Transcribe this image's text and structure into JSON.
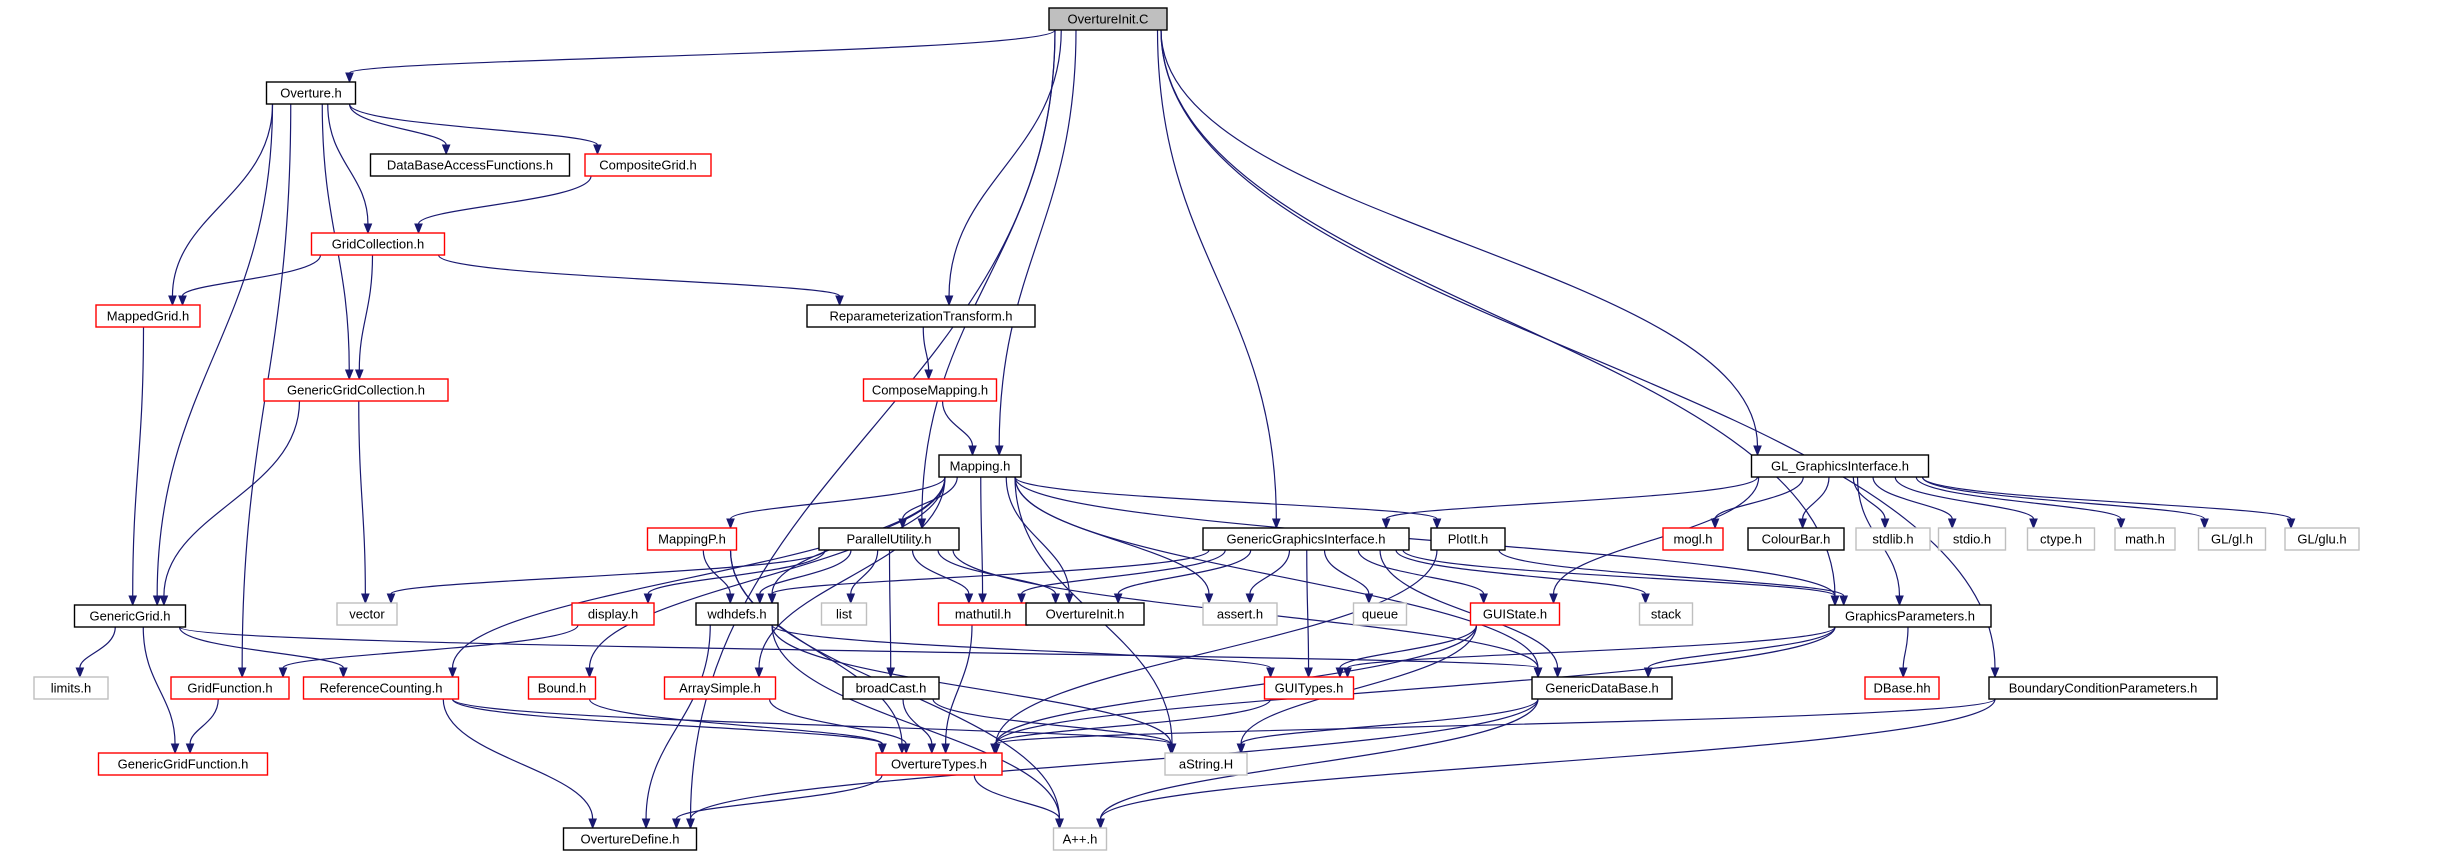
{
  "graph": {
    "nodes": [
      {
        "id": "OvertureInit_C",
        "label": "OvertureInit.C",
        "style": "root"
      },
      {
        "id": "Overture_h",
        "label": "Overture.h",
        "style": "normal"
      },
      {
        "id": "DataBaseAccessFunctions_h",
        "label": "DataBaseAccessFunctions.h",
        "style": "normal"
      },
      {
        "id": "CompositeGrid_h",
        "label": "CompositeGrid.h",
        "style": "truncated"
      },
      {
        "id": "GridCollection_h",
        "label": "GridCollection.h",
        "style": "truncated"
      },
      {
        "id": "MappedGrid_h",
        "label": "MappedGrid.h",
        "style": "truncated"
      },
      {
        "id": "ReparameterizationTransform_h",
        "label": "ReparameterizationTransform.h",
        "style": "normal"
      },
      {
        "id": "GenericGridCollection_h",
        "label": "GenericGridCollection.h",
        "style": "truncated"
      },
      {
        "id": "ComposeMapping_h",
        "label": "ComposeMapping.h",
        "style": "truncated"
      },
      {
        "id": "Mapping_h",
        "label": "Mapping.h",
        "style": "normal"
      },
      {
        "id": "GL_GraphicsInterface_h",
        "label": "GL_GraphicsInterface.h",
        "style": "normal"
      },
      {
        "id": "MappingP_h",
        "label": "MappingP.h",
        "style": "truncated"
      },
      {
        "id": "ParallelUtility_h",
        "label": "ParallelUtility.h",
        "style": "normal"
      },
      {
        "id": "GenericGraphicsInterface_h",
        "label": "GenericGraphicsInterface.h",
        "style": "normal"
      },
      {
        "id": "PlotIt_h",
        "label": "PlotIt.h",
        "style": "normal"
      },
      {
        "id": "mogl_h",
        "label": "mogl.h",
        "style": "truncated"
      },
      {
        "id": "ColourBar_h",
        "label": "ColourBar.h",
        "style": "normal"
      },
      {
        "id": "stdlib_h",
        "label": "stdlib.h",
        "style": "external"
      },
      {
        "id": "stdio_h",
        "label": "stdio.h",
        "style": "external"
      },
      {
        "id": "ctype_h",
        "label": "ctype.h",
        "style": "external"
      },
      {
        "id": "math_h",
        "label": "math.h",
        "style": "external"
      },
      {
        "id": "GL_gl_h",
        "label": "GL/gl.h",
        "style": "external"
      },
      {
        "id": "GL_glu_h",
        "label": "GL/glu.h",
        "style": "external"
      },
      {
        "id": "vector",
        "label": "vector",
        "style": "external"
      },
      {
        "id": "display_h",
        "label": "display.h",
        "style": "truncated"
      },
      {
        "id": "wdhdefs_h",
        "label": "wdhdefs.h",
        "style": "normal"
      },
      {
        "id": "list",
        "label": "list",
        "style": "external"
      },
      {
        "id": "mathutil_h",
        "label": "mathutil.h",
        "style": "truncated"
      },
      {
        "id": "OvertureInit_h",
        "label": "OvertureInit.h",
        "style": "normal"
      },
      {
        "id": "assert_h",
        "label": "assert.h",
        "style": "external"
      },
      {
        "id": "queue",
        "label": "queue",
        "style": "external"
      },
      {
        "id": "GUIState_h",
        "label": "GUIState.h",
        "style": "truncated"
      },
      {
        "id": "stack",
        "label": "stack",
        "style": "external"
      },
      {
        "id": "GraphicsParameters_h",
        "label": "GraphicsParameters.h",
        "style": "normal"
      },
      {
        "id": "GenericGrid_h",
        "label": "GenericGrid.h",
        "style": "normal"
      },
      {
        "id": "limits_h",
        "label": "limits.h",
        "style": "external"
      },
      {
        "id": "GridFunction_h",
        "label": "GridFunction.h",
        "style": "truncated"
      },
      {
        "id": "ReferenceCounting_h",
        "label": "ReferenceCounting.h",
        "style": "truncated"
      },
      {
        "id": "Bound_h",
        "label": "Bound.h",
        "style": "truncated"
      },
      {
        "id": "ArraySimple_h",
        "label": "ArraySimple.h",
        "style": "truncated"
      },
      {
        "id": "broadCast_h",
        "label": "broadCast.h",
        "style": "normal"
      },
      {
        "id": "GUITypes_h",
        "label": "GUITypes.h",
        "style": "truncated"
      },
      {
        "id": "GenericDataBase_h",
        "label": "GenericDataBase.h",
        "style": "normal"
      },
      {
        "id": "DBase_hh",
        "label": "DBase.hh",
        "style": "truncated"
      },
      {
        "id": "BoundaryConditionParameters_h",
        "label": "BoundaryConditionParameters.h",
        "style": "normal"
      },
      {
        "id": "GenericGridFunction_h",
        "label": "GenericGridFunction.h",
        "style": "truncated"
      },
      {
        "id": "OvertureTypes_h",
        "label": "OvertureTypes.h",
        "style": "truncated"
      },
      {
        "id": "aString_H",
        "label": "aString.H",
        "style": "external"
      },
      {
        "id": "OvertureDefine_h",
        "label": "OvertureDefine.h",
        "style": "normal"
      },
      {
        "id": "App_h",
        "label": "A++.h",
        "style": "external"
      }
    ],
    "edges": [
      [
        "OvertureInit_C",
        "Overture_h"
      ],
      [
        "OvertureInit_C",
        "OvertureDefine_h"
      ],
      [
        "OvertureInit_C",
        "ReparameterizationTransform_h"
      ],
      [
        "OvertureInit_C",
        "Mapping_h"
      ],
      [
        "OvertureInit_C",
        "ParallelUtility_h"
      ],
      [
        "OvertureInit_C",
        "GenericGraphicsInterface_h"
      ],
      [
        "OvertureInit_C",
        "GL_GraphicsInterface_h"
      ],
      [
        "OvertureInit_C",
        "GraphicsParameters_h"
      ],
      [
        "OvertureInit_C",
        "BoundaryConditionParameters_h"
      ],
      [
        "Overture_h",
        "DataBaseAccessFunctions_h"
      ],
      [
        "Overture_h",
        "CompositeGrid_h"
      ],
      [
        "Overture_h",
        "GridCollection_h"
      ],
      [
        "Overture_h",
        "MappedGrid_h"
      ],
      [
        "Overture_h",
        "GenericGridCollection_h"
      ],
      [
        "Overture_h",
        "GenericGrid_h"
      ],
      [
        "Overture_h",
        "GridFunction_h"
      ],
      [
        "CompositeGrid_h",
        "GridCollection_h"
      ],
      [
        "GridCollection_h",
        "MappedGrid_h"
      ],
      [
        "GridCollection_h",
        "GenericGridCollection_h"
      ],
      [
        "GridCollection_h",
        "ReparameterizationTransform_h"
      ],
      [
        "MappedGrid_h",
        "GenericGrid_h"
      ],
      [
        "GenericGridCollection_h",
        "GenericGrid_h"
      ],
      [
        "GenericGridCollection_h",
        "vector"
      ],
      [
        "ReparameterizationTransform_h",
        "ComposeMapping_h"
      ],
      [
        "ComposeMapping_h",
        "Mapping_h"
      ],
      [
        "Mapping_h",
        "MappingP_h"
      ],
      [
        "Mapping_h",
        "ParallelUtility_h"
      ],
      [
        "Mapping_h",
        "wdhdefs_h"
      ],
      [
        "Mapping_h",
        "mathutil_h"
      ],
      [
        "Mapping_h",
        "OvertureInit_h"
      ],
      [
        "Mapping_h",
        "assert_h"
      ],
      [
        "Mapping_h",
        "aString_H"
      ],
      [
        "Mapping_h",
        "PlotIt_h"
      ],
      [
        "Mapping_h",
        "GenericDataBase_h"
      ],
      [
        "Mapping_h",
        "ReferenceCounting_h"
      ],
      [
        "Mapping_h",
        "Bound_h"
      ],
      [
        "Mapping_h",
        "ArraySimple_h"
      ],
      [
        "Mapping_h",
        "GraphicsParameters_h"
      ],
      [
        "GL_GraphicsInterface_h",
        "GenericGraphicsInterface_h"
      ],
      [
        "GL_GraphicsInterface_h",
        "mogl_h"
      ],
      [
        "GL_GraphicsInterface_h",
        "ColourBar_h"
      ],
      [
        "GL_GraphicsInterface_h",
        "stdlib_h"
      ],
      [
        "GL_GraphicsInterface_h",
        "stdio_h"
      ],
      [
        "GL_GraphicsInterface_h",
        "ctype_h"
      ],
      [
        "GL_GraphicsInterface_h",
        "math_h"
      ],
      [
        "GL_GraphicsInterface_h",
        "GL_gl_h"
      ],
      [
        "GL_GraphicsInterface_h",
        "GL_glu_h"
      ],
      [
        "GL_GraphicsInterface_h",
        "GUIState_h"
      ],
      [
        "GL_GraphicsInterface_h",
        "GraphicsParameters_h"
      ],
      [
        "MappingP_h",
        "wdhdefs_h"
      ],
      [
        "MappingP_h",
        "OvertureTypes_h"
      ],
      [
        "MappingP_h",
        "App_h"
      ],
      [
        "ParallelUtility_h",
        "vector"
      ],
      [
        "ParallelUtility_h",
        "display_h"
      ],
      [
        "ParallelUtility_h",
        "wdhdefs_h"
      ],
      [
        "ParallelUtility_h",
        "list"
      ],
      [
        "ParallelUtility_h",
        "mathutil_h"
      ],
      [
        "ParallelUtility_h",
        "OvertureInit_h"
      ],
      [
        "ParallelUtility_h",
        "broadCast_h"
      ],
      [
        "ParallelUtility_h",
        "GenericDataBase_h"
      ],
      [
        "GenericGraphicsInterface_h",
        "wdhdefs_h"
      ],
      [
        "GenericGraphicsInterface_h",
        "mathutil_h"
      ],
      [
        "GenericGraphicsInterface_h",
        "OvertureInit_h"
      ],
      [
        "GenericGraphicsInterface_h",
        "assert_h"
      ],
      [
        "GenericGraphicsInterface_h",
        "queue"
      ],
      [
        "GenericGraphicsInterface_h",
        "GUIState_h"
      ],
      [
        "GenericGraphicsInterface_h",
        "stack"
      ],
      [
        "GenericGraphicsInterface_h",
        "GUITypes_h"
      ],
      [
        "GenericGraphicsInterface_h",
        "GenericDataBase_h"
      ],
      [
        "GenericGraphicsInterface_h",
        "GraphicsParameters_h"
      ],
      [
        "PlotIt_h",
        "GraphicsParameters_h"
      ],
      [
        "PlotIt_h",
        "OvertureTypes_h"
      ],
      [
        "display_h",
        "GridFunction_h"
      ],
      [
        "wdhdefs_h",
        "OvertureDefine_h"
      ],
      [
        "wdhdefs_h",
        "GUITypes_h"
      ],
      [
        "wdhdefs_h",
        "aString_H"
      ],
      [
        "wdhdefs_h",
        "App_h"
      ],
      [
        "mathutil_h",
        "OvertureTypes_h"
      ],
      [
        "GUIState_h",
        "GUITypes_h"
      ],
      [
        "GUIState_h",
        "OvertureTypes_h"
      ],
      [
        "GUIState_h",
        "aString_H"
      ],
      [
        "GraphicsParameters_h",
        "GUITypes_h"
      ],
      [
        "GraphicsParameters_h",
        "GenericDataBase_h"
      ],
      [
        "GraphicsParameters_h",
        "DBase_hh"
      ],
      [
        "GraphicsParameters_h",
        "OvertureTypes_h"
      ],
      [
        "GenericGrid_h",
        "limits_h"
      ],
      [
        "GenericGrid_h",
        "ReferenceCounting_h"
      ],
      [
        "GenericGrid_h",
        "GenericGridFunction_h"
      ],
      [
        "GenericGrid_h",
        "GenericDataBase_h"
      ],
      [
        "GridFunction_h",
        "GenericGridFunction_h"
      ],
      [
        "ReferenceCounting_h",
        "OvertureDefine_h"
      ],
      [
        "ReferenceCounting_h",
        "OvertureTypes_h"
      ],
      [
        "ReferenceCounting_h",
        "aString_H"
      ],
      [
        "Bound_h",
        "OvertureTypes_h"
      ],
      [
        "ArraySimple_h",
        "OvertureTypes_h"
      ],
      [
        "broadCast_h",
        "OvertureTypes_h"
      ],
      [
        "broadCast_h",
        "aString_H"
      ],
      [
        "GUITypes_h",
        "OvertureTypes_h"
      ],
      [
        "GenericDataBase_h",
        "aString_H"
      ],
      [
        "GenericDataBase_h",
        "OvertureDefine_h"
      ],
      [
        "GenericDataBase_h",
        "App_h"
      ],
      [
        "BoundaryConditionParameters_h",
        "OvertureTypes_h"
      ],
      [
        "BoundaryConditionParameters_h",
        "App_h"
      ],
      [
        "OvertureTypes_h",
        "OvertureDefine_h"
      ],
      [
        "OvertureTypes_h",
        "App_h"
      ]
    ]
  },
  "colors": {
    "edge": "#191970",
    "root_fill": "#bfbfbf",
    "normal_border": "#000000",
    "truncated_border": "#ff0000",
    "external_border": "#bfbfbf",
    "text": "#000000"
  }
}
